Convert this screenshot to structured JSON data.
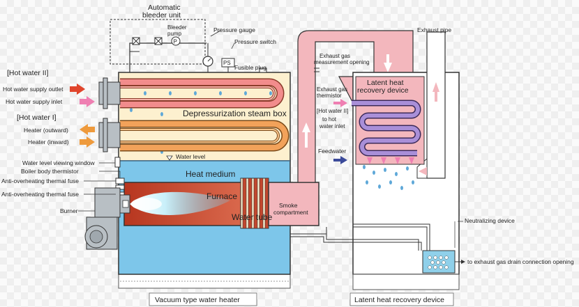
{
  "labels": {
    "automatic_bleeder_unit_1": "Automatic",
    "automatic_bleeder_unit_2": "bleeder unit",
    "bleeder_pump_1": "Bleeder",
    "bleeder_pump_2": "pump",
    "pressure_gauge": "Pressure gauge",
    "pressure_switch": "Pressure switch",
    "ps_badge": "PS",
    "fusible_plug": "Fusible plug",
    "pump_symbol": "P",
    "hot_water_2_heading": "[Hot water II]",
    "hot_water_supply_outlet": "Hot water supply outlet",
    "hot_water_supply_inlet": "Hot water supply inlet",
    "hot_water_1_heading": "[Hot water I]",
    "heater_outward": "Heater (outward)",
    "heater_inward": "Heater (inward)",
    "water_level_viewing_window": "Water level viewing window",
    "boiler_body_thermistor": "Boiler body thermistor",
    "anti_overheating_1": "Anti-overheating thermal fuse",
    "anti_overheating_2": "Anti-overheating thermal fuse",
    "burner": "Burner",
    "depressurization_steam_box": "Depressurization steam box",
    "water_level": "Water level",
    "heat_medium": "Heat medium",
    "furnace": "Furnace",
    "water_tube": "Water tube",
    "smoke_compartment_1": "Smoke",
    "smoke_compartment_2": "compartment",
    "exhaust_gas_measurement_1": "Exhaust gas",
    "exhaust_gas_measurement_2": "measurement opening",
    "exhaust_pipe": "Exhaust pipe",
    "latent_heat_recovery_1": "Latent heat",
    "latent_heat_recovery_2": "recovery device",
    "exhaust_gas_thermistor_1": "Exhaust gas",
    "exhaust_gas_thermistor_2": "thermistor",
    "hot_water_2_to_inlet_1": "[Hot water II]",
    "hot_water_2_to_inlet_2": "to hot",
    "hot_water_2_to_inlet_3": "water inlet",
    "feedwater": "Feedwater",
    "neutralizing_device": "Neutralizing device",
    "exhaust_gas_drain": "to exhaust gas drain connection opening",
    "caption_left": "Vacuum type water heater",
    "caption_right": "Latent heat recovery device"
  },
  "colors": {
    "steam_box": "#fdf0cf",
    "heat_medium": "#7dc6ea",
    "furnace": "#c2472e",
    "flame": "#9fe0f2",
    "flue": "#f3b7bd",
    "outlet_arrow": "#e0452c",
    "inlet_arrow": "#ef7fb2",
    "heater_arrow": "#ee9a3c",
    "feedwater_arrow": "#3b4a9a",
    "tube_pink": "#f28c8c",
    "tube_orange": "#f2a25a",
    "neutralizer": "#8fd0ea",
    "outline": "#333333",
    "equipment_gray": "#b8bfc4"
  }
}
